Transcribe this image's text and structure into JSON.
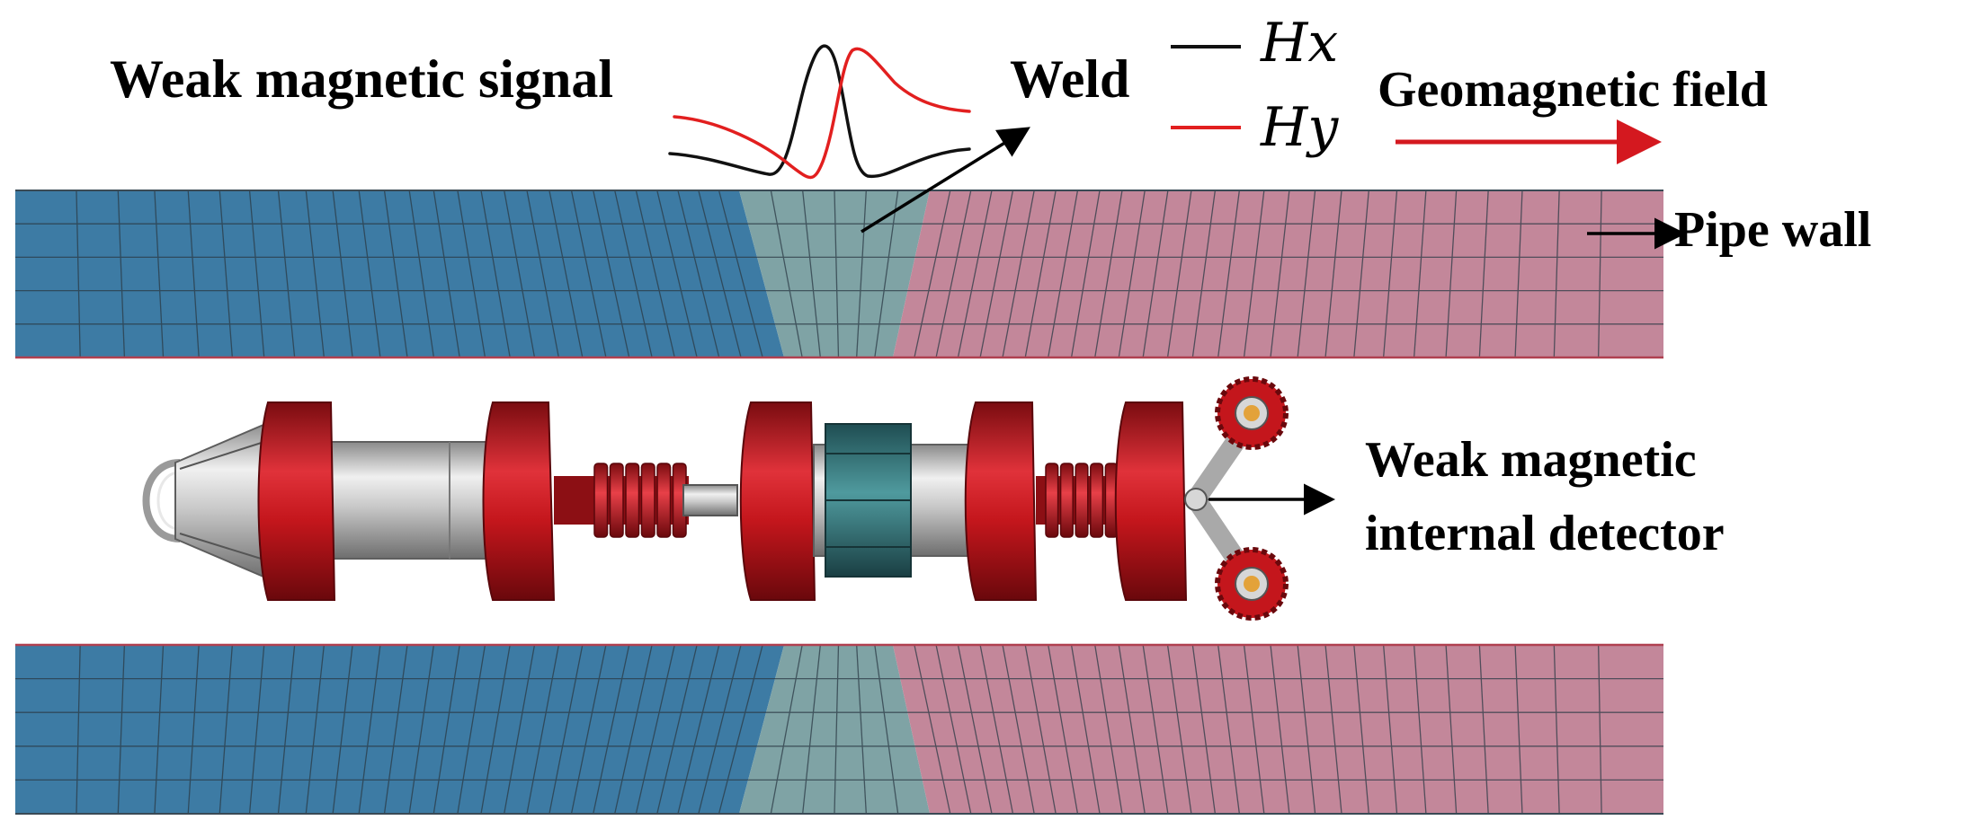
{
  "labels": {
    "weak_signal": "Weak magnetic signal",
    "weld": "Weld",
    "hx": "Hx",
    "hy": "Hy",
    "geomagnetic": "Geomagnetic field",
    "pipe_wall": "Pipe wall",
    "detector_line1": "Weak magnetic",
    "detector_line2": "internal detector"
  },
  "colors": {
    "pipe_left": "#3d7ba4",
    "weld": "#7fa3a5",
    "pipe_right": "#c3879a",
    "mesh": "#2b3a45",
    "hx_curve": "#111111",
    "hy_curve": "#e21f1f",
    "field_arrow": "#d4181f",
    "detector_cup": "#c4161c",
    "detector_body": "#b9b9b9",
    "sensor_ring": "#2f6f73"
  }
}
